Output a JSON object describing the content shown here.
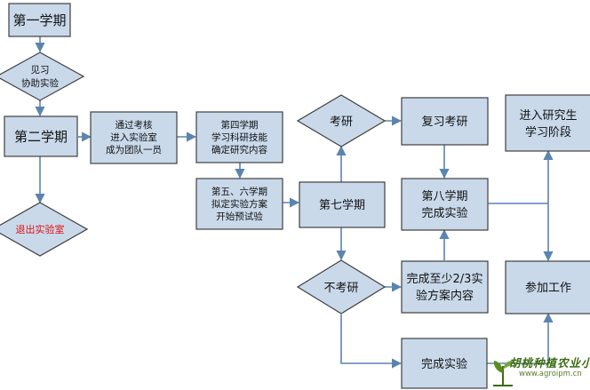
{
  "nodes": {
    "sem1": "第一学期",
    "observe": [
      "见习",
      "协助实验"
    ],
    "sem2": "第二学期",
    "quit_lab": "退出实验室",
    "pass_check": [
      "通过考核",
      "进入实验室",
      "成为团队一员"
    ],
    "sem4": [
      "第四学期",
      "学习科研技能",
      "确定研究内容"
    ],
    "sem56": [
      "第五、六学期",
      "拟定实验方案",
      "开始预试验"
    ],
    "sem7": "第七学期",
    "exam": "考研",
    "no_exam": "不考研",
    "review": "复习考研",
    "sem8": [
      "第八学期",
      "完成实验"
    ],
    "grad": [
      "进入研究生",
      "学习阶段"
    ],
    "two_thirds": [
      "完成至少2/3实",
      "验方案内容"
    ],
    "work": "参加工作",
    "finish": "完成实验"
  },
  "watermark": {
    "title": "胡桃种植农业小组",
    "url": "www.agroipm.cn",
    "icon": "seedling-icon"
  },
  "colors": {
    "box_fill": "#c9d9ea",
    "border": "#3f3f3f",
    "arrow": "#5b84b0",
    "warning_text": "#e01010"
  }
}
